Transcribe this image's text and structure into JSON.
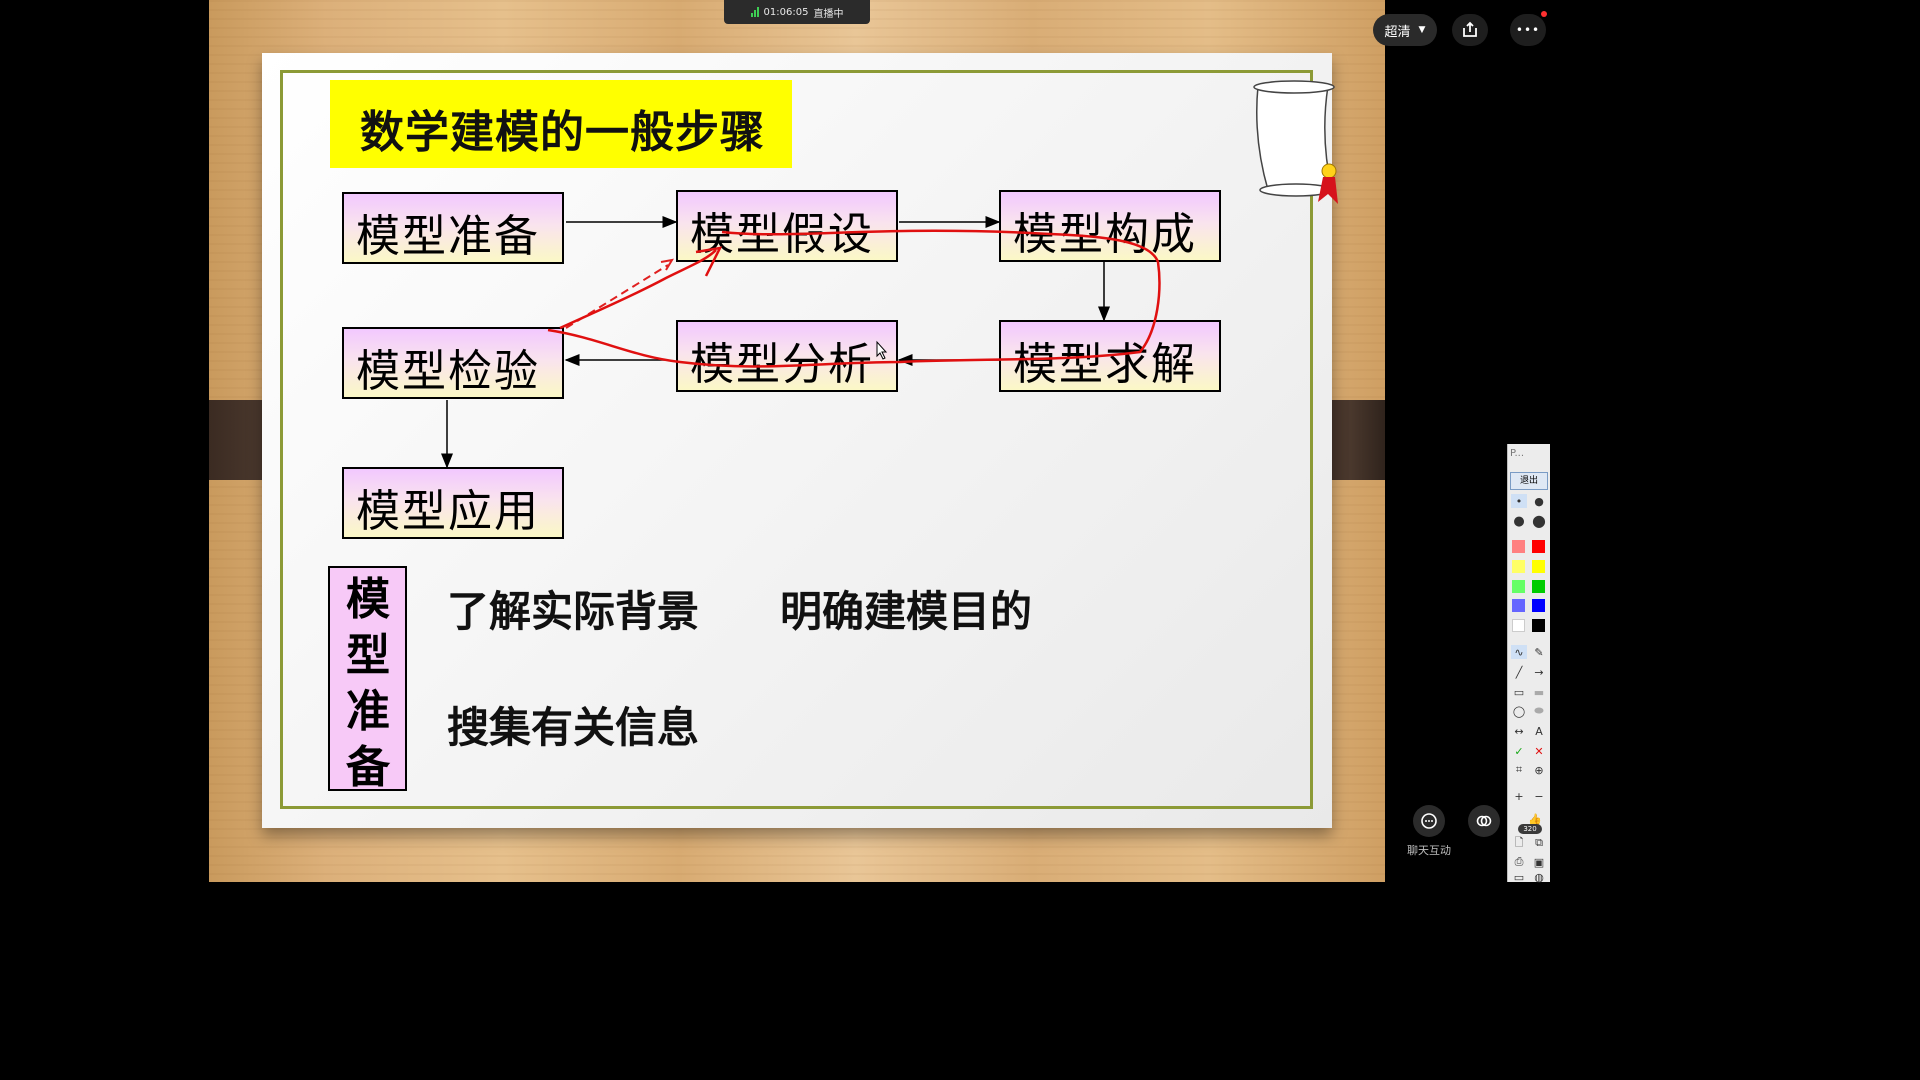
{
  "live_status": {
    "time": "01:06:05",
    "label": "直播中"
  },
  "player": {
    "quality_label": "超清",
    "more_label": "•••",
    "chat_label": "聊天互动"
  },
  "slide": {
    "title": "数学建模的一般步骤",
    "steps": {
      "prepare": "模型准备",
      "assume": "模型假设",
      "construct": "模型构成",
      "test": "模型检验",
      "analyze": "模型分析",
      "solve": "模型求解",
      "apply": "模型应用"
    },
    "vertical_label": [
      "模",
      "型",
      "准",
      "备"
    ],
    "points": [
      "了解实际背景",
      "明确建模目的",
      "搜集有关信息"
    ]
  },
  "annotation_toolbar": {
    "header": "P...",
    "exit_label": "退出",
    "text_tool": "A",
    "badge": "320",
    "colors": [
      "#ff8080",
      "#ff0000",
      "#ffff66",
      "#ffff00",
      "#66ff66",
      "#00cc00",
      "#6666ff",
      "#0000ff",
      "#ffffff",
      "#000000"
    ]
  }
}
